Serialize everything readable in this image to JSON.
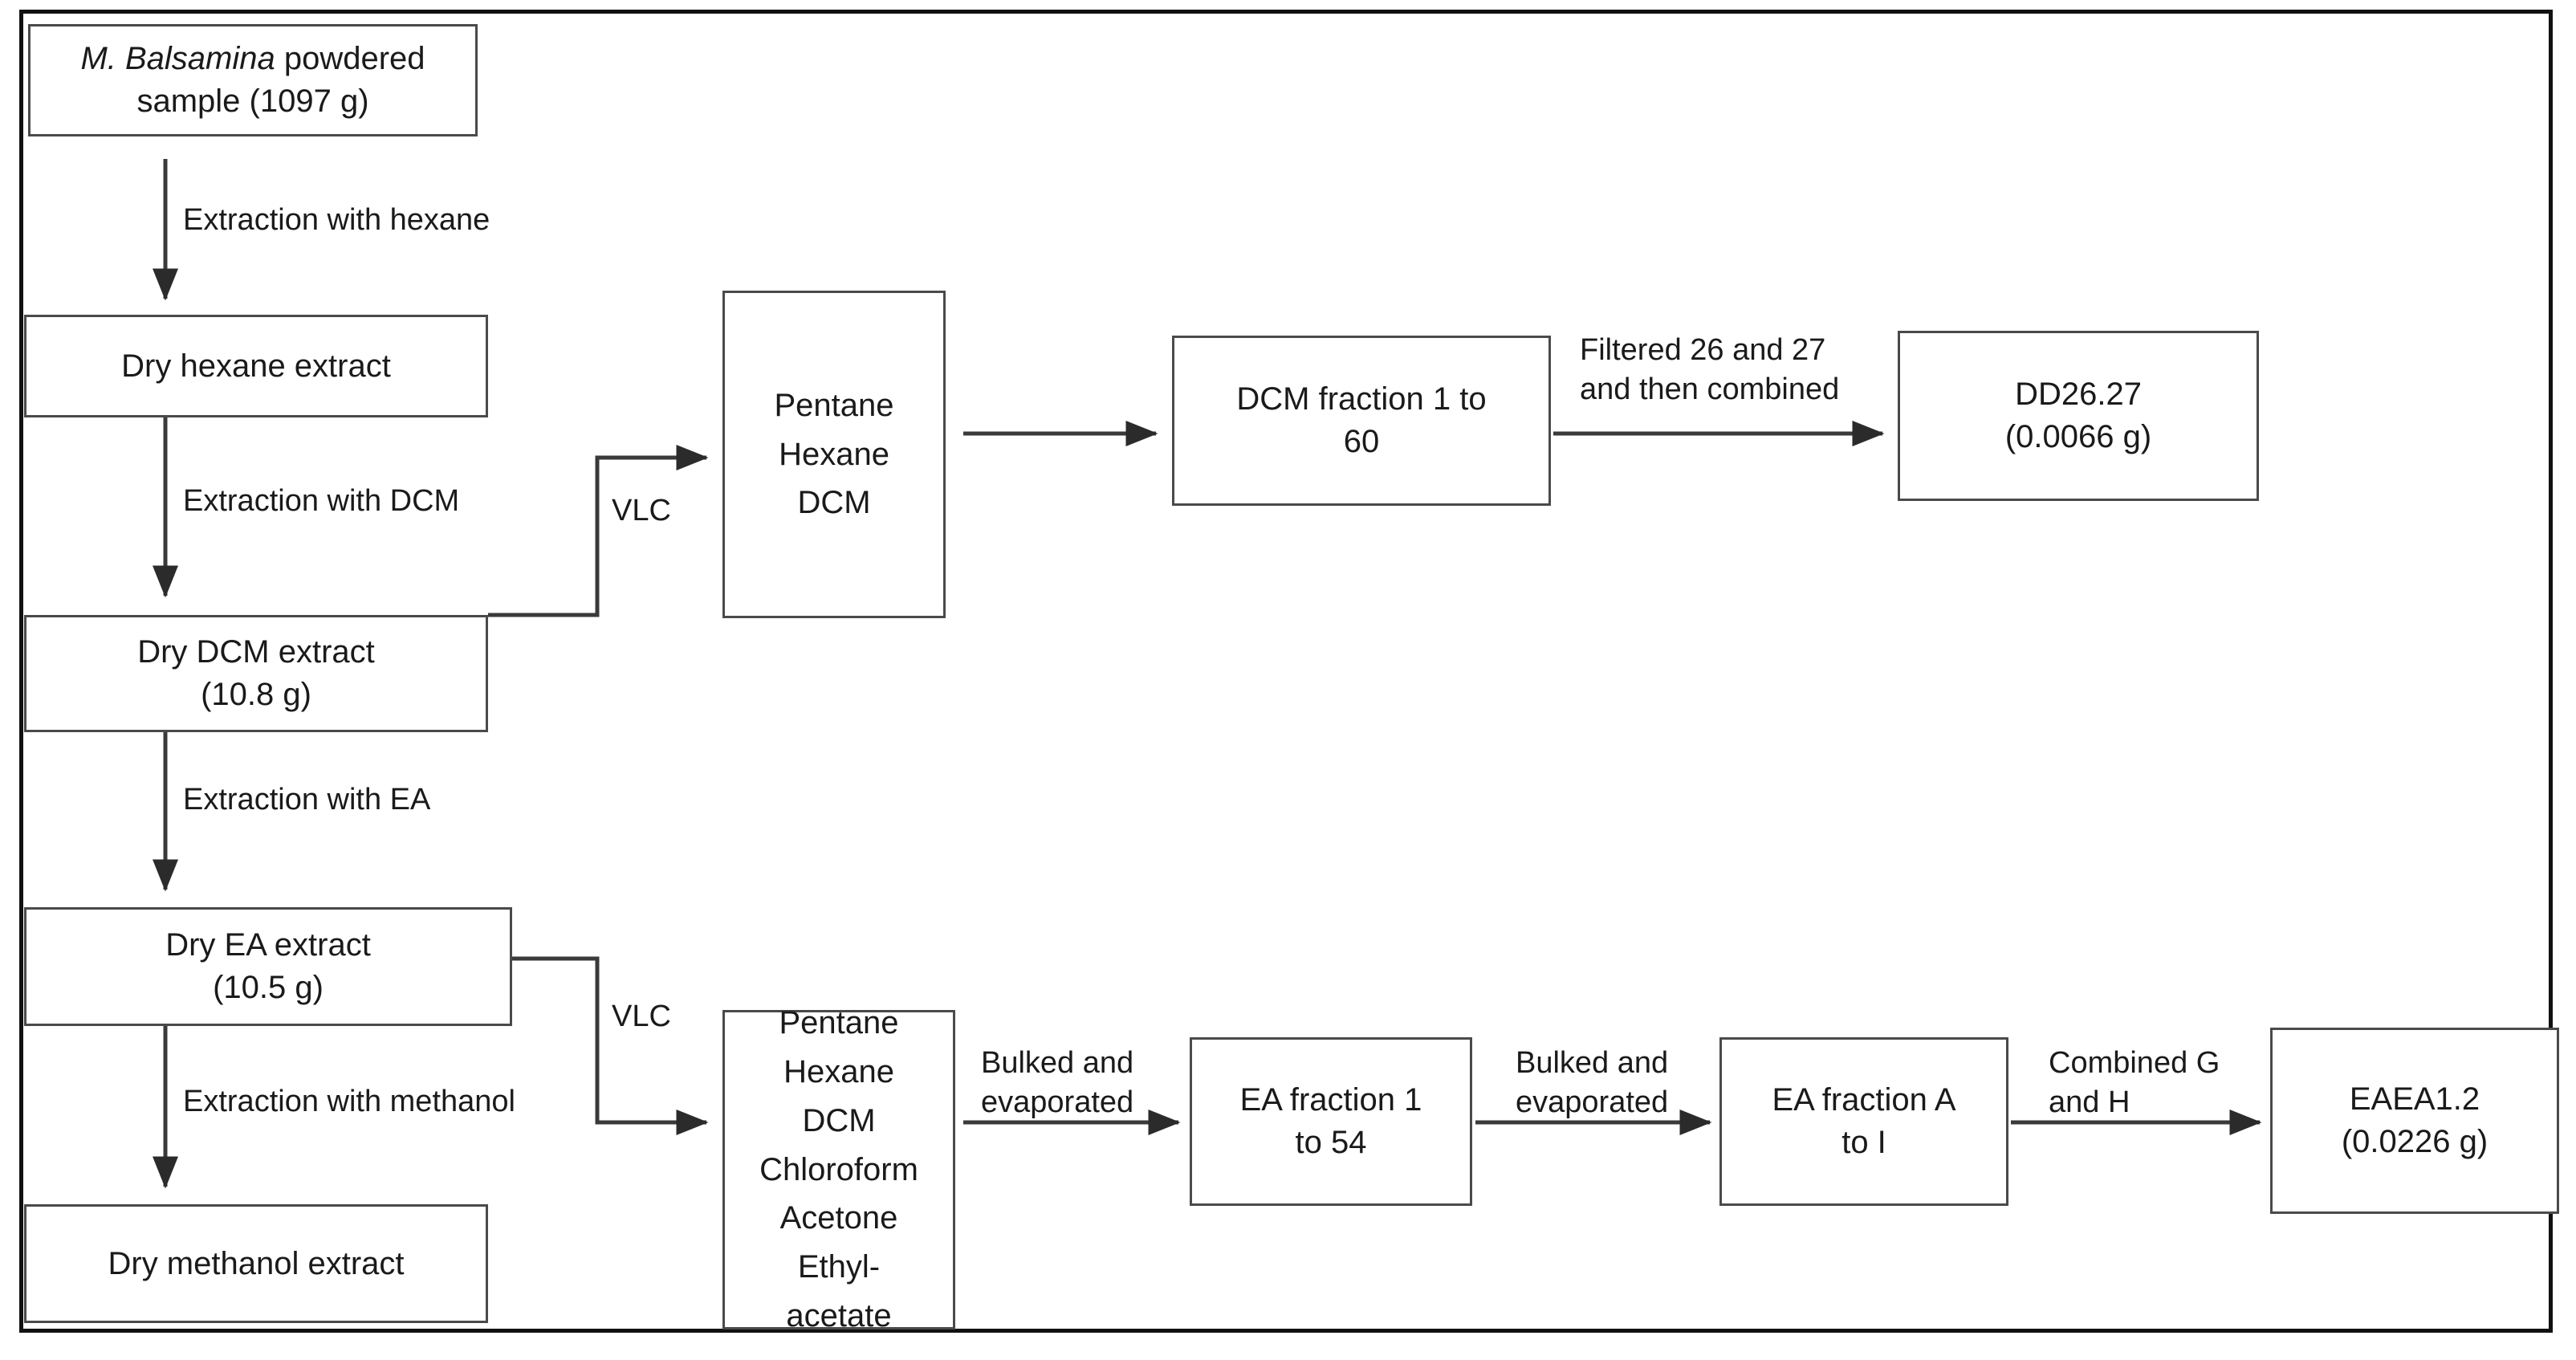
{
  "figure": {
    "title_italic_prefix": "M. Balsamina",
    "nodes": {
      "sample": {
        "line1_italic": "M. Balsamina",
        "line1_rest": " powdered",
        "line2": "sample (1097 g)"
      },
      "hexane_extract": {
        "line1": "Dry hexane extract"
      },
      "dcm_extract": {
        "line1": "Dry DCM extract",
        "line2": "(10.8 g)"
      },
      "ea_extract": {
        "line1": "Dry EA extract",
        "line2": "(10.5 g)"
      },
      "methanol_extract": {
        "line1": "Dry methanol extract"
      },
      "vlc_solvents_top": {
        "items": [
          "Pentane",
          "Hexane",
          "DCM"
        ]
      },
      "vlc_solvents_bottom": {
        "items": [
          "Pentane",
          "Hexane",
          "DCM",
          "Chloroform",
          "Acetone",
          "Ethyl-",
          "acetate"
        ]
      },
      "dcm_fraction": {
        "line1": "DCM fraction 1 to",
        "line2": "60"
      },
      "dd2627": {
        "line1": "DD26.27",
        "line2": "(0.0066 g)"
      },
      "ea_fraction_numbers": {
        "line1": "EA fraction 1",
        "line2": "to 54"
      },
      "ea_fraction_letters": {
        "line1": "EA fraction A",
        "line2": "to I"
      },
      "eaea12": {
        "line1": "EAEA1.2",
        "line2": "(0.0226 g)"
      }
    },
    "edge_labels": {
      "extraction_hexane": "Extraction with hexane",
      "extraction_dcm": "Extraction with DCM",
      "extraction_ea": "Extraction with EA",
      "extraction_methanol": "Extraction with methanol",
      "vlc_top": "VLC",
      "vlc_bottom": "VLC",
      "filtered_combined": "Filtered 26 and 27\nand then combined",
      "bulked_evaporated_1": "Bulked and\nevaporated",
      "bulked_evaporated_2": "Bulked and\nevaporated",
      "combined_g_h": "Combined G\nand H"
    },
    "colors": {
      "frame": "#111111",
      "box_border": "#4a4a4a",
      "text": "#1a1a1a",
      "connector": "#3a3a3a",
      "background": "#ffffff"
    }
  }
}
